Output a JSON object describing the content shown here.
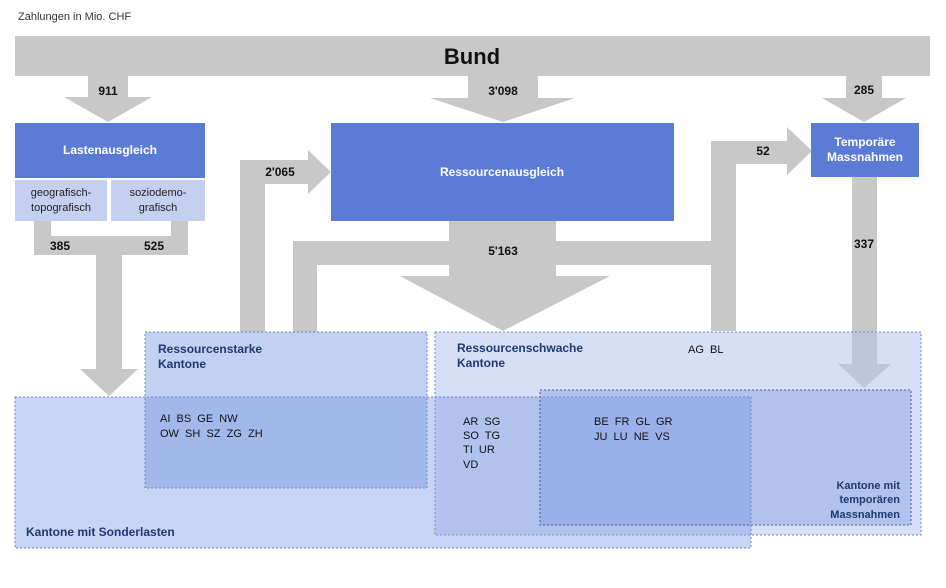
{
  "caption": "Zahlungen in Mio. CHF",
  "bund": "Bund",
  "boxes": {
    "lastenausgleich": "Lastenausgleich",
    "geo_line1": "geografisch-",
    "geo_line2": "topografisch",
    "sozio_line1": "soziodemo-",
    "sozio_line2": "grafisch",
    "ressourcenausgleich": "Ressourcenausgleich",
    "temp_line1": "Temporäre",
    "temp_line2": "Massnahmen"
  },
  "flows": {
    "bund_lasten": "911",
    "bund_ressourcen": "3'098",
    "bund_temp": "285",
    "geo": "385",
    "sozio": "525",
    "starke": "2'065",
    "schwache": "5'163",
    "ressourcen_temp": "52",
    "temp_down": "337"
  },
  "regions": {
    "starke_line1": "Ressourcenstarke",
    "starke_line2": "Kantone",
    "schwache_line1": "Ressourcenschwache",
    "schwache_line2": "Kantone",
    "sonderlasten": "Kantone mit Sonderlasten",
    "temp_line1": "Kantone mit",
    "temp_line2": "temporären",
    "temp_line3": "Massnahmen"
  },
  "cantons": {
    "starke_row1": "AI  BS  GE  NW",
    "starke_row2": "OW  SH  SZ  ZG  ZH",
    "schwache_row1": "AR  SG",
    "schwache_row2": "SO  TG",
    "schwache_row3": "TI  UR",
    "schwache_row4": "VD",
    "overlap_row1": "BE  FR  GL  GR",
    "overlap_row2": "JU  LU  NE  VS",
    "ag_bl": "AG  BL"
  },
  "colors": {
    "arrow": "#c8c8c8",
    "box": "#5b7bd5",
    "sub_box": "#c5d0f0",
    "region_text": "#1f3a6e"
  }
}
